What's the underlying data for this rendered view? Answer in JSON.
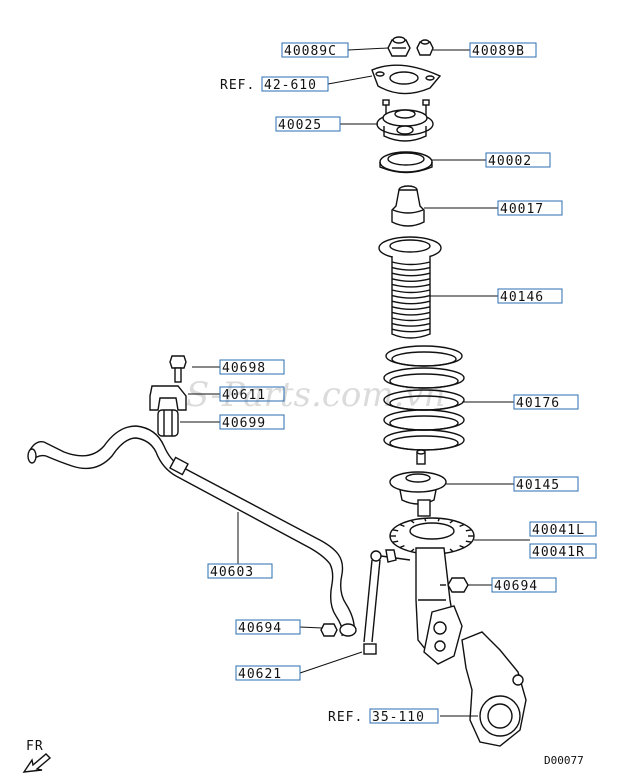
{
  "diagram": {
    "labels": [
      {
        "id": "p40089C",
        "text": "40089C"
      },
      {
        "id": "p40089B",
        "text": "40089B"
      },
      {
        "id": "p40025",
        "text": "40025"
      },
      {
        "id": "p40002",
        "text": "40002"
      },
      {
        "id": "p40017",
        "text": "40017"
      },
      {
        "id": "p40146",
        "text": "40146"
      },
      {
        "id": "p40698",
        "text": "40698"
      },
      {
        "id": "p40611",
        "text": "40611"
      },
      {
        "id": "p40699",
        "text": "40699"
      },
      {
        "id": "p40176",
        "text": "40176"
      },
      {
        "id": "p40145",
        "text": "40145"
      },
      {
        "id": "p40041L",
        "text": "40041L"
      },
      {
        "id": "p40041R",
        "text": "40041R"
      },
      {
        "id": "p40603",
        "text": "40603"
      },
      {
        "id": "p40694a",
        "text": "40694"
      },
      {
        "id": "p40694b",
        "text": "40694"
      },
      {
        "id": "p40621",
        "text": "40621"
      }
    ],
    "refs": [
      {
        "id": "ref42",
        "prefix": "REF.",
        "code": "42-610"
      },
      {
        "id": "ref35",
        "prefix": "REF.",
        "code": "35-110"
      }
    ],
    "direction_label": "FR",
    "drawing_code": "D00077",
    "watermark": "S-Parts.com.vn"
  }
}
